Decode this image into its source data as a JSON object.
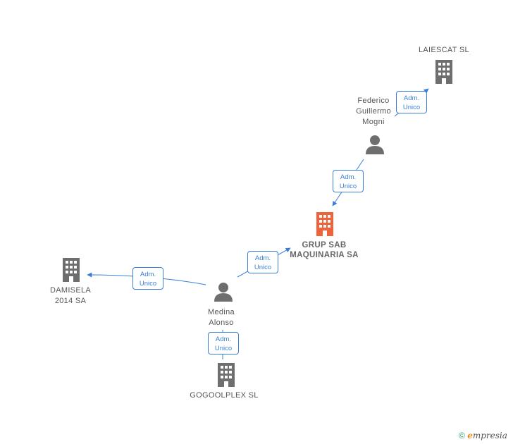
{
  "nodes": {
    "laiescat": {
      "label": "LAIESCAT SL",
      "type": "company"
    },
    "federico": {
      "label": "Federico\nGuillermo\nMogni",
      "type": "person"
    },
    "grup_sab": {
      "label": "GRUP SAB\nMAQUINARIA SA",
      "type": "company",
      "highlight": true
    },
    "damisela": {
      "label": "DAMISELA\n2014 SA",
      "type": "company"
    },
    "medina": {
      "label": "Medina\nAlonso",
      "type": "person"
    },
    "gogoolplex": {
      "label": "GOGOOLPLEX SL",
      "type": "company"
    }
  },
  "relations": {
    "r1": "Adm.\nUnico",
    "r2": "Adm.\nUnico",
    "r3": "Adm.\nUnico",
    "r4": "Adm.\nUnico",
    "r5": "Adm.\nUnico"
  },
  "colors": {
    "company": "#6e6e6e",
    "highlight": "#f0623a",
    "person": "#6e6e6e",
    "edge": "#3a7fd5"
  },
  "footer": {
    "copyright": "©",
    "brand_initial": "e",
    "brand_rest": "mpresia"
  }
}
